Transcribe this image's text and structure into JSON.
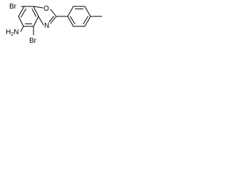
{
  "molecule": {
    "atoms": {
      "br_top": "Br",
      "br_bottom": "Br",
      "nh2": "H2N",
      "oxygen": "O",
      "nitrogen": "N"
    }
  }
}
